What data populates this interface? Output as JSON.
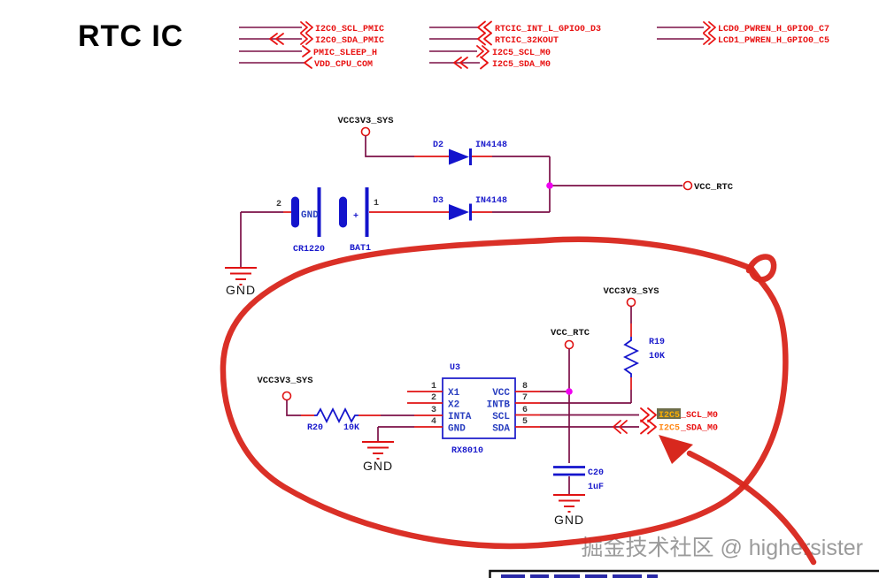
{
  "title": "RTC IC",
  "header": {
    "group1": {
      "signals": [
        "I2C0_SCL_PMIC",
        "I2C0_SDA_PMIC",
        "PMIC_SLEEP_H",
        "VDD_CPU_COM"
      ]
    },
    "group2": {
      "signals": [
        "RTCIC_INT_L_GPIO0_D3",
        "RTCIC_32KOUT",
        "I2C5_SCL_M0",
        "I2C5_SDA_M0"
      ]
    },
    "group3": {
      "signals": [
        "LCD0_PWREN_H_GPIO0_C7",
        "LCD1_PWREN_H_GPIO0_C5"
      ]
    }
  },
  "nets": {
    "vcc3v3_sys_top": "VCC3V3_SYS",
    "vcc3v3_sys_left": "VCC3V3_SYS",
    "vcc3v3_sys_right": "VCC3V3_SYS",
    "vcc_rtc_top": "VCC_RTC",
    "vcc_rtc_mid": "VCC_RTC",
    "gnd_battery": "GND",
    "gnd_chip": "GND",
    "gnd_cap": "GND"
  },
  "components": {
    "d2": {
      "ref": "D2",
      "part": "IN4148"
    },
    "d3": {
      "ref": "D3",
      "part": "IN4148"
    },
    "battery": {
      "ref": "BAT1",
      "part": "CR1220",
      "pin1": "1",
      "pin2": "2",
      "plus": "+",
      "pin_name": "GND"
    },
    "u3": {
      "ref": "U3",
      "part": "RX8010",
      "pins_left": [
        {
          "num": "1",
          "name": "X1"
        },
        {
          "num": "2",
          "name": "X2"
        },
        {
          "num": "3",
          "name": "INTA"
        },
        {
          "num": "4",
          "name": "GND"
        }
      ],
      "pins_right": [
        {
          "num": "8",
          "name": "VCC"
        },
        {
          "num": "7",
          "name": "INTB"
        },
        {
          "num": "6",
          "name": "SCL"
        },
        {
          "num": "5",
          "name": "SDA"
        }
      ]
    },
    "r19": {
      "ref": "R19",
      "value": "10K"
    },
    "r20": {
      "ref": "R20",
      "value": "10K"
    },
    "c20": {
      "ref": "C20",
      "value": "1uF"
    }
  },
  "net_flags": {
    "scl": {
      "highlight": "I2C5",
      "rest": "_SCL_M0"
    },
    "sda": {
      "highlight": "I2C5",
      "rest": "_SDA_M0"
    }
  },
  "watermark": "掘金技术社区 @ highersister",
  "colors": {
    "wire": "#7c1047",
    "pin_wire": "#e01212",
    "component_blue": "#1414cc",
    "signal_red": "#e81212",
    "junction_magenta": "#f000f0",
    "annotation_red": "#d8281e",
    "highlight_bg": "#6d6d4a",
    "highlight_text": "#ffb000",
    "watermark_gray": "#9b9b9b"
  }
}
